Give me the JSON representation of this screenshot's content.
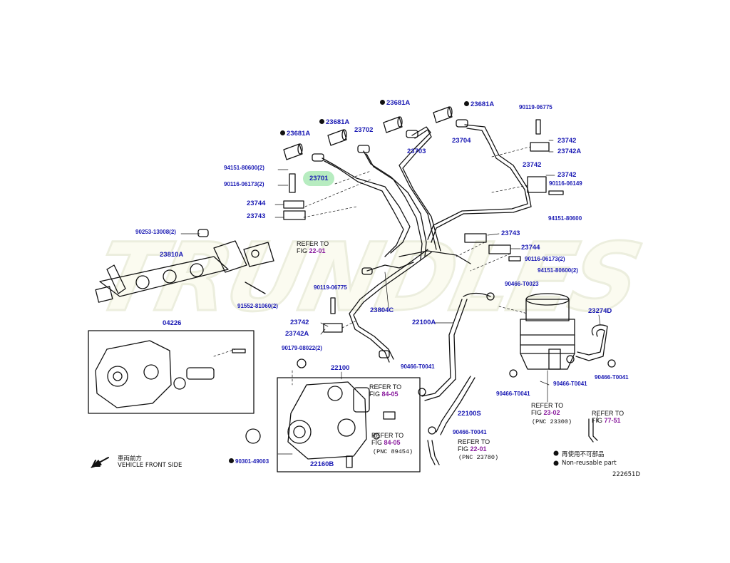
{
  "watermark": "TRUNDLES",
  "figure_code": "222651D",
  "highlighted_part": "23701",
  "front_label": {
    "line1": "車両前方",
    "line2": "VEHICLE FRONT SIDE"
  },
  "legend": {
    "line1": "再使用不可部品",
    "line2": "Non-reusable part"
  },
  "refs": {
    "r1": {
      "l1": "REFER TO",
      "fig": "FIG",
      "num": "22-01",
      "pnc": ""
    },
    "r2": {
      "l1": "REFER TO",
      "fig": "FIG",
      "num": "84-05",
      "pnc": ""
    },
    "r3": {
      "l1": "REFER TO",
      "fig": "FIG",
      "num": "84-05",
      "pnc": "(PNC 89454)"
    },
    "r4": {
      "l1": "REFER TO",
      "fig": "FIG",
      "num": "22-01",
      "pnc": "(PNC 23780)"
    },
    "r5": {
      "l1": "REFER TO",
      "fig": "FIG",
      "num": "23-02",
      "pnc": "(PNC 23300)"
    },
    "r6": {
      "l1": "REFER TO",
      "fig": "FIG",
      "num": "77-51",
      "pnc": ""
    }
  },
  "parts": {
    "p23681a_1": "23681A",
    "p23681a_2": "23681A",
    "p23681a_3": "23681A",
    "p23681a_4": "23681A",
    "p23702": "23702",
    "p23703": "23703",
    "p23704": "23704",
    "p23701": "23701",
    "p94151_80600_a": "94151-80600",
    "p94151_80600_a_q": "(2)",
    "p90116_06173_a": "90116-06173",
    "p90116_06173_a_q": "(2)",
    "p23744_a": "23744",
    "p23743_a": "23743",
    "p90253_13008": "90253-13008",
    "p90253_13008_q": "(2)",
    "p23810a": "23810A",
    "p91552_81060": "91552-81060",
    "p91552_81060_q": "(2)",
    "p04226": "04226",
    "p90119_06775_a": "90119-06775",
    "p23742_a": "23742",
    "p23742a_a": "23742A",
    "p23742_b": "23742",
    "p23742_c": "23742",
    "p90116_06149": "90116-06149",
    "p94151_80600_b": "94151-80600",
    "p23743_b": "23743",
    "p23744_b": "23744",
    "p90116_06173_b": "90116-06173",
    "p90116_06173_b_q": "(2)",
    "p94151_80600_c": "94151-80600",
    "p94151_80600_c_q": "(2)",
    "p90466_t0023": "90466-T0023",
    "p90119_06775_b": "90119-06775",
    "p23804c": "23804C",
    "p23742_d": "23742",
    "p23742a_b": "23742A",
    "p22100a": "22100A",
    "p23274d": "23274D",
    "p90179_08022": "90179-08022",
    "p90179_08022_q": "(2)",
    "p22100": "22100",
    "p90466_t0041_a": "90466-T0041",
    "p90466_t0041_b": "90466-T0041",
    "p90466_t0041_c": "90466-T0041",
    "p90466_t0041_d": "90466-T0041",
    "p90466_t0041_e": "90466-T0041",
    "p22100s": "22100S",
    "p90301_49003": "90301-49003",
    "p22160b": "22160B"
  }
}
